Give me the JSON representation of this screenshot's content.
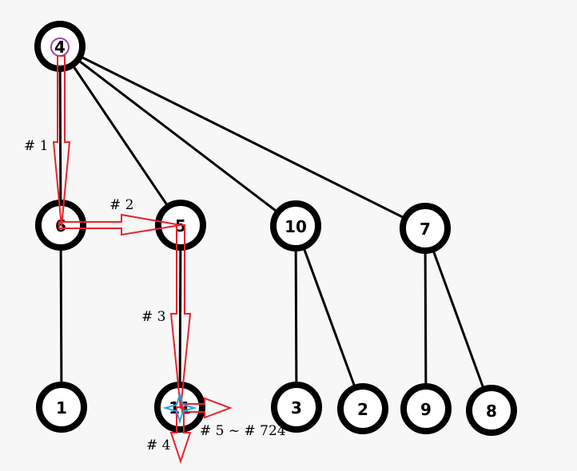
{
  "colors": {
    "background": "#f7f7f7",
    "edge": "#000000",
    "node_fill": "#ffffff",
    "node_ring": "#000000",
    "arrow": "#e8212c",
    "start_ring": "#9b3fb5",
    "star": "#29a3e0"
  },
  "tree": {
    "root": "4",
    "nodes": [
      {
        "id": "n4",
        "label": "4",
        "depth": 0,
        "parent": null
      },
      {
        "id": "n6",
        "label": "6",
        "depth": 1,
        "parent": "n4"
      },
      {
        "id": "n5",
        "label": "5",
        "depth": 1,
        "parent": "n4"
      },
      {
        "id": "n10",
        "label": "10",
        "depth": 1,
        "parent": "n4"
      },
      {
        "id": "n7",
        "label": "7",
        "depth": 1,
        "parent": "n4"
      },
      {
        "id": "n1",
        "label": "1",
        "depth": 2,
        "parent": "n6"
      },
      {
        "id": "n11",
        "label": "11",
        "depth": 2,
        "parent": "n5"
      },
      {
        "id": "n3",
        "label": "3",
        "depth": 2,
        "parent": "n10"
      },
      {
        "id": "n2",
        "label": "2",
        "depth": 2,
        "parent": "n10"
      },
      {
        "id": "n9",
        "label": "9",
        "depth": 2,
        "parent": "n7"
      },
      {
        "id": "n8",
        "label": "8",
        "depth": 2,
        "parent": "n7"
      }
    ]
  },
  "steps": [
    {
      "label": "# 1",
      "from": "n4",
      "to": "n6"
    },
    {
      "label": "# 2",
      "from": "n6",
      "to": "n5"
    },
    {
      "label": "# 3",
      "from": "n5",
      "to": "n11"
    },
    {
      "label": "# 4",
      "from": "n11",
      "to": "down"
    },
    {
      "label": "# 5 ~ # 724",
      "from": "n11",
      "to": "right"
    }
  ]
}
